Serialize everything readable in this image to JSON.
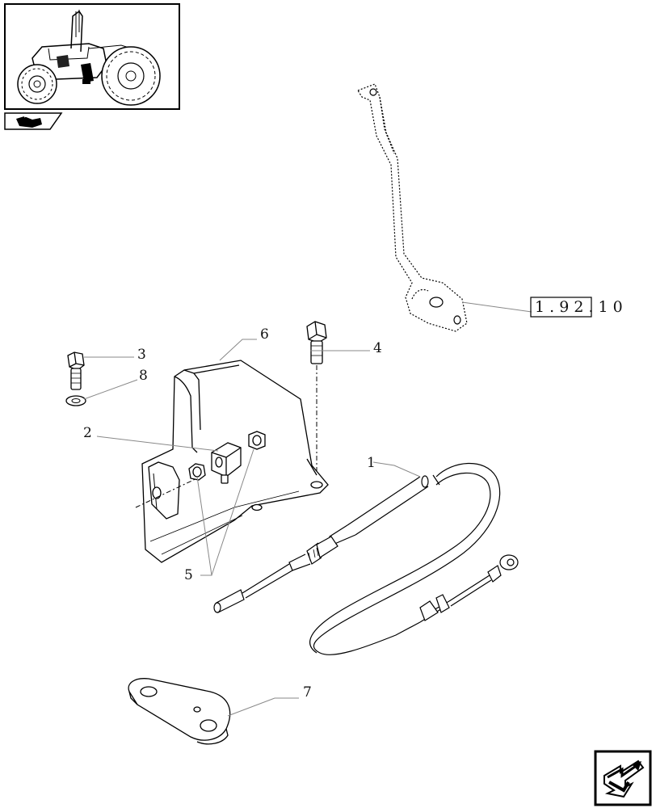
{
  "callouts": {
    "c1": "1",
    "c2": "2",
    "c3": "3",
    "c4": "4",
    "c5": "5",
    "c6": "6",
    "c7": "7",
    "c8": "8"
  },
  "reference": "1 . 9 2 . 1 0",
  "icons": {
    "thumbnail": "tractor-thumbnail-icon",
    "section": "section-tab-icon",
    "navigation": "next-page-arrow-icon"
  }
}
